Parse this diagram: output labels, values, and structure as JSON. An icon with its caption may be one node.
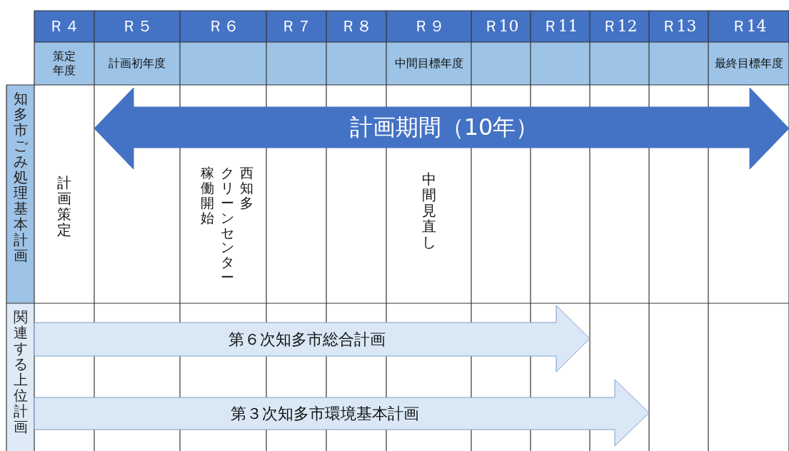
{
  "diagram": {
    "nodes": [
      {
        "text": [
          "計画期間（10年）"
        ]
      },
      {
        "text": [
          "第６次知多市総合計画"
        ]
      },
      {
        "text": [
          "第３次知多市環境基本計画"
        ]
      }
    ],
    "labels": [
      "Ｒ４",
      "Ｒ５",
      "Ｒ６",
      "Ｒ７",
      "Ｒ８",
      "Ｒ９",
      "Ｒ10",
      "Ｒ11",
      "Ｒ12",
      "Ｒ13",
      "Ｒ14",
      "策定年度",
      "計画初年度",
      "中間目標年度",
      "最終目標年度",
      "知多市ごみ処理基本計画",
      "計画策定",
      "西知多",
      "クリーンセンター",
      "稼働開始",
      "中間見直し",
      "関連する上位計画"
    ]
  }
}
